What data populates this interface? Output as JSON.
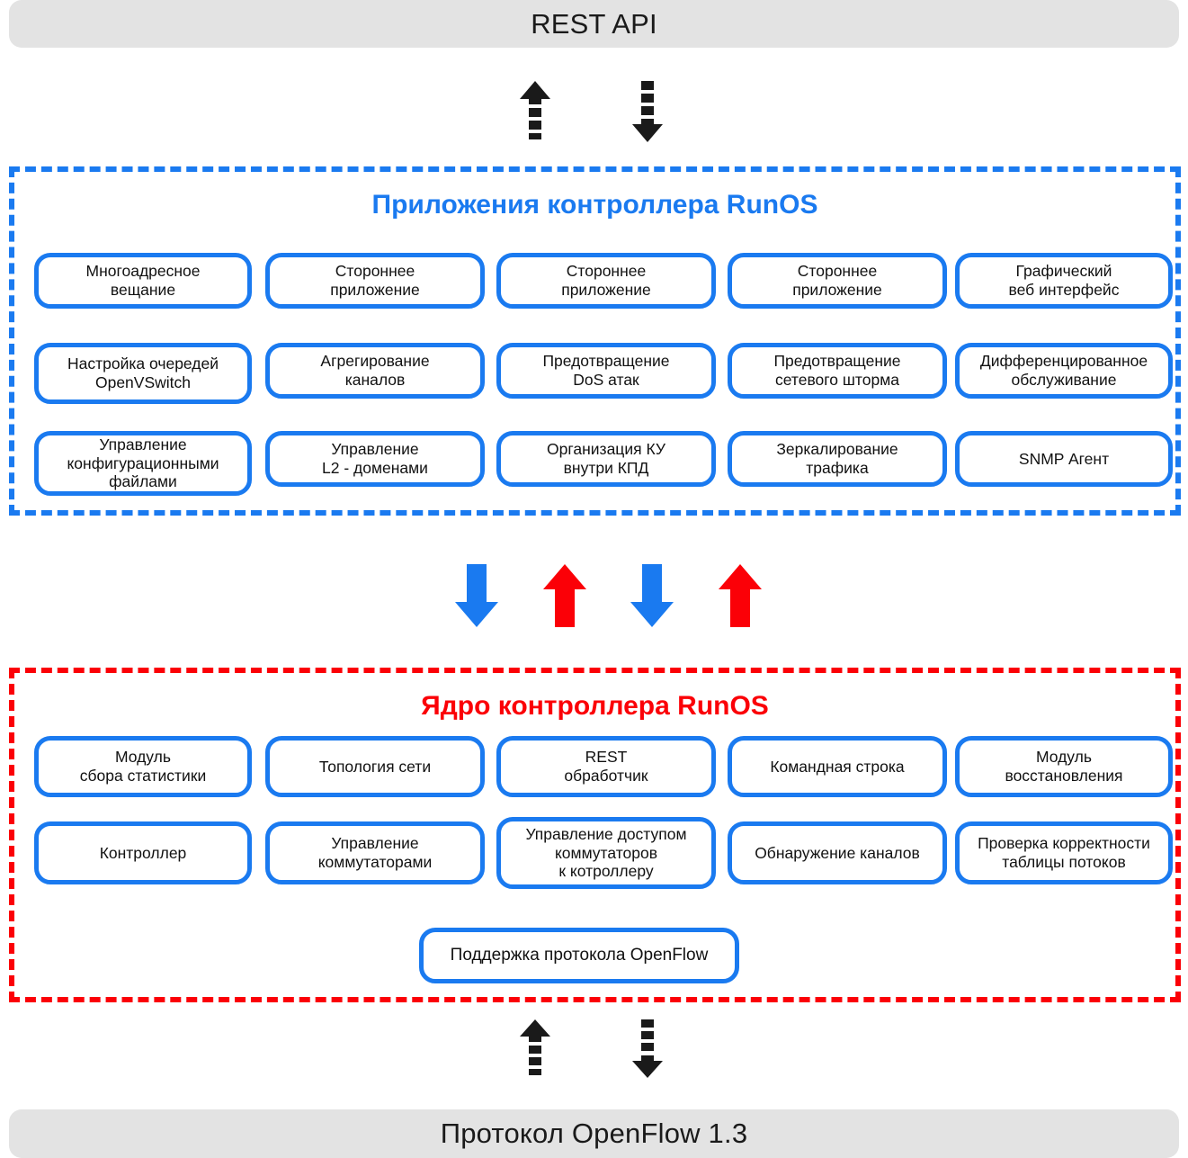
{
  "top_bar": {
    "label": "REST API"
  },
  "bottom_bar": {
    "label": "Протокол OpenFlow 1.3"
  },
  "apps_zone": {
    "title": "Приложения контроллера RunOS",
    "border_color": "#1a7af0",
    "rows": [
      [
        "Многоадресное\nвещание",
        "Стороннее\nприложение",
        "Стороннее\nприложение",
        "Стороннее\nприложение",
        "Графический\nвеб интерфейс"
      ],
      [
        "Настройка очередей\nOpenVSwitch",
        "Агрегирование\nканалов",
        "Предотвращение\nDoS атак",
        "Предотвращение\nсетевого шторма",
        "Дифференцированное\nобслуживание"
      ],
      [
        "Управление\nконфигурационными\nфайлами",
        "Управление\nL2 - доменами",
        "Организация КУ\nвнутри КПД",
        "Зеркалирование\nтрафика",
        "SNMP Агент"
      ]
    ]
  },
  "core_zone": {
    "title": "Ядро контроллера RunOS",
    "border_color": "#fb0007",
    "rows": [
      [
        "Модуль\nсбора статистики",
        "Топология сети",
        "REST\nобработчик",
        "Командная строка",
        "Модуль\nвосстановления"
      ],
      [
        "Контроллер",
        "Управление\nкоммутаторами",
        "Управление доступом\nкоммутаторов\nк котроллеру",
        "Обнаружение каналов",
        "Проверка корректности\nтаблицы потоков"
      ]
    ],
    "openflow_box": "Поддержка протокола OpenFlow"
  },
  "arrows": {
    "top_group": [
      {
        "name": "dashed-arrow-up",
        "direction": "up",
        "style": "dashed",
        "color": "#1a1a1a"
      },
      {
        "name": "dashed-arrow-down",
        "direction": "down",
        "style": "dashed",
        "color": "#1a1a1a"
      }
    ],
    "middle_group": [
      {
        "name": "arrow-down-blue",
        "direction": "down",
        "style": "solid",
        "color": "#1a7af0"
      },
      {
        "name": "arrow-up-red",
        "direction": "up",
        "style": "solid",
        "color": "#fb0007"
      },
      {
        "name": "arrow-down-blue",
        "direction": "down",
        "style": "solid",
        "color": "#1a7af0"
      },
      {
        "name": "arrow-up-red",
        "direction": "up",
        "style": "solid",
        "color": "#fb0007"
      }
    ],
    "bottom_group": [
      {
        "name": "dashed-arrow-up",
        "direction": "up",
        "style": "dashed",
        "color": "#1a1a1a"
      },
      {
        "name": "dashed-arrow-down",
        "direction": "down",
        "style": "dashed",
        "color": "#1a1a1a"
      }
    ]
  },
  "colors": {
    "blue": "#1a7af0",
    "red": "#fb0007",
    "bar_grey": "#e3e3e3",
    "text": "#111111"
  }
}
